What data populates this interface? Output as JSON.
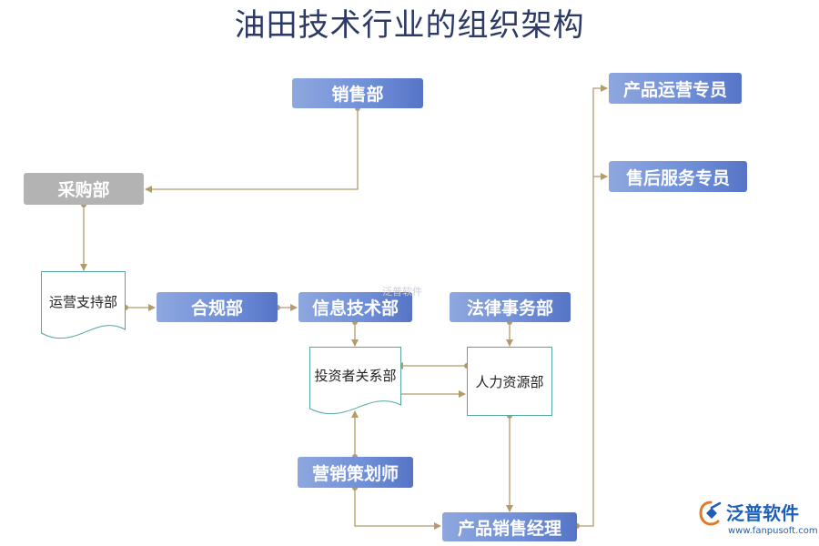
{
  "title": "油田技术行业的组织架构",
  "nodes": {
    "sales": "销售部",
    "procurement": "采购部",
    "ops_support": "运营支持部",
    "compliance": "合规部",
    "it": "信息技术部",
    "legal": "法律事务部",
    "ir": "投资者关系部",
    "hr": "人力资源部",
    "marketing": "营销策划师",
    "product_sales_mgr": "产品销售经理",
    "product_ops": "产品运营专员",
    "after_sales": "售后服务专员"
  },
  "watermark": "泛普软件",
  "logo": {
    "name": "泛普软件",
    "url": "www.fanpusoft.com"
  },
  "colors": {
    "line": "#b39b6a",
    "node_blue": "#6e8ed8",
    "node_gray": "#b3b3b3",
    "doc_border": "#55a7a6",
    "title": "#2e3a66"
  }
}
